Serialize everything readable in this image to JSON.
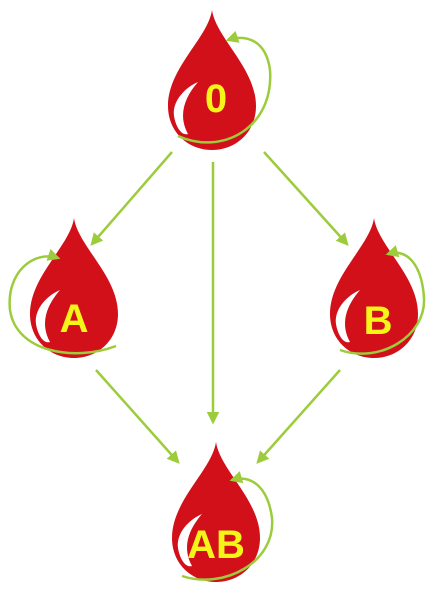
{
  "diagram": {
    "nodes": {
      "o": {
        "label": "0"
      },
      "a": {
        "label": "A"
      },
      "b": {
        "label": "B"
      },
      "ab": {
        "label": "AB"
      }
    },
    "edges": [
      {
        "from": "0",
        "to": "A"
      },
      {
        "from": "0",
        "to": "B"
      },
      {
        "from": "0",
        "to": "AB"
      },
      {
        "from": "A",
        "to": "AB"
      },
      {
        "from": "B",
        "to": "AB"
      }
    ],
    "colors": {
      "drop": "#d2101a",
      "drop_dark": "#a5060f",
      "highlight": "#ffffff",
      "arrow": "#9ccc3c",
      "label": "#f5f51a"
    }
  }
}
